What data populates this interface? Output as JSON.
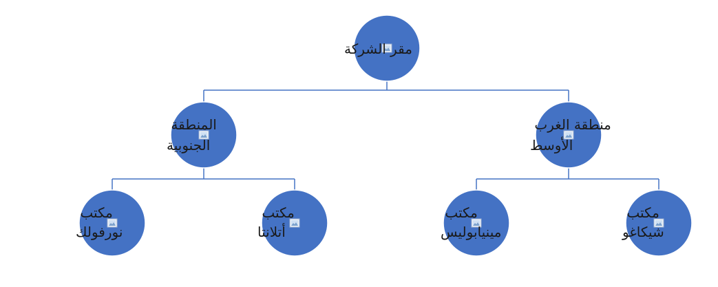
{
  "org_chart": {
    "connector_color": "#4472c4",
    "node_fill": "#4472c4",
    "node_stroke": "#ffffff",
    "root": {
      "lines": [
        "مقر الشركة"
      ],
      "icon": "picture-placeholder-icon"
    },
    "regions": [
      {
        "lines": [
          "المنطقة",
          "الجنوبية"
        ],
        "icon": "picture-placeholder-icon",
        "offices": [
          {
            "lines": [
              "مكتب",
              "نورفولك"
            ],
            "icon": "picture-placeholder-icon"
          },
          {
            "lines": [
              "مكتب",
              "أتلانتا"
            ],
            "icon": "picture-placeholder-icon"
          }
        ]
      },
      {
        "lines": [
          "منطقة الغرب",
          "الأوسط"
        ],
        "icon": "picture-placeholder-icon",
        "offices": [
          {
            "lines": [
              "مكتب",
              "مينيابوليس"
            ],
            "icon": "picture-placeholder-icon"
          },
          {
            "lines": [
              "مكتب",
              "شيكاغو"
            ],
            "icon": "picture-placeholder-icon"
          }
        ]
      }
    ]
  }
}
